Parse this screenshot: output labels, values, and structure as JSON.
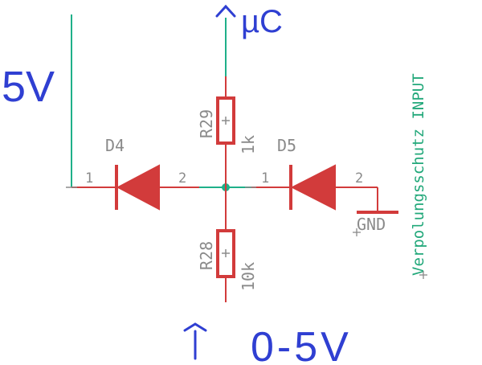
{
  "colors": {
    "background": "#ffffff",
    "net_wire": "#1fb089",
    "component": "#d23b3b",
    "label_gray": "#8a8a8a",
    "ink_blue": "#2f3fd2",
    "net_label_green": "#22a87a"
  },
  "annotations": {
    "left_voltage": "5V",
    "top_target": "µC",
    "bottom_range": "0-5V"
  },
  "components": {
    "d4": {
      "name": "D4",
      "pin1": "1",
      "pin2": "2"
    },
    "d5": {
      "name": "D5",
      "pin1": "1",
      "pin2": "2"
    },
    "r29": {
      "name": "R29",
      "value": "1k"
    },
    "r28": {
      "name": "R28",
      "value": "10k"
    },
    "gnd": {
      "name": "GND"
    }
  },
  "net_label": "Verpolungsschutz INPUT"
}
